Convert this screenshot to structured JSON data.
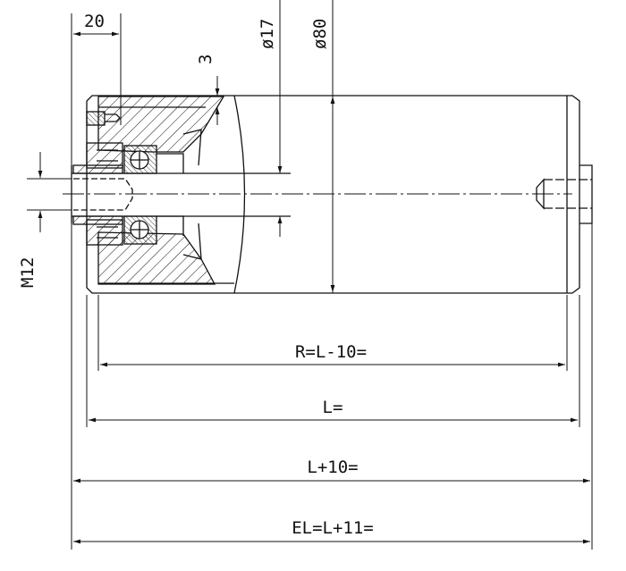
{
  "drawing": {
    "title": "Conveyor roller cross-section",
    "dimensions": {
      "bearing_offset": "20",
      "wall": "3",
      "shaft_diameter": "ø17",
      "tube_diameter": "ø80",
      "thread": "M12",
      "r_length": "R=L-10=",
      "l_length": "L=",
      "l_plus_10": "L+10=",
      "el_length": "EL=L+11="
    },
    "colors": {
      "line": "#111111",
      "background": "#ffffff"
    }
  }
}
